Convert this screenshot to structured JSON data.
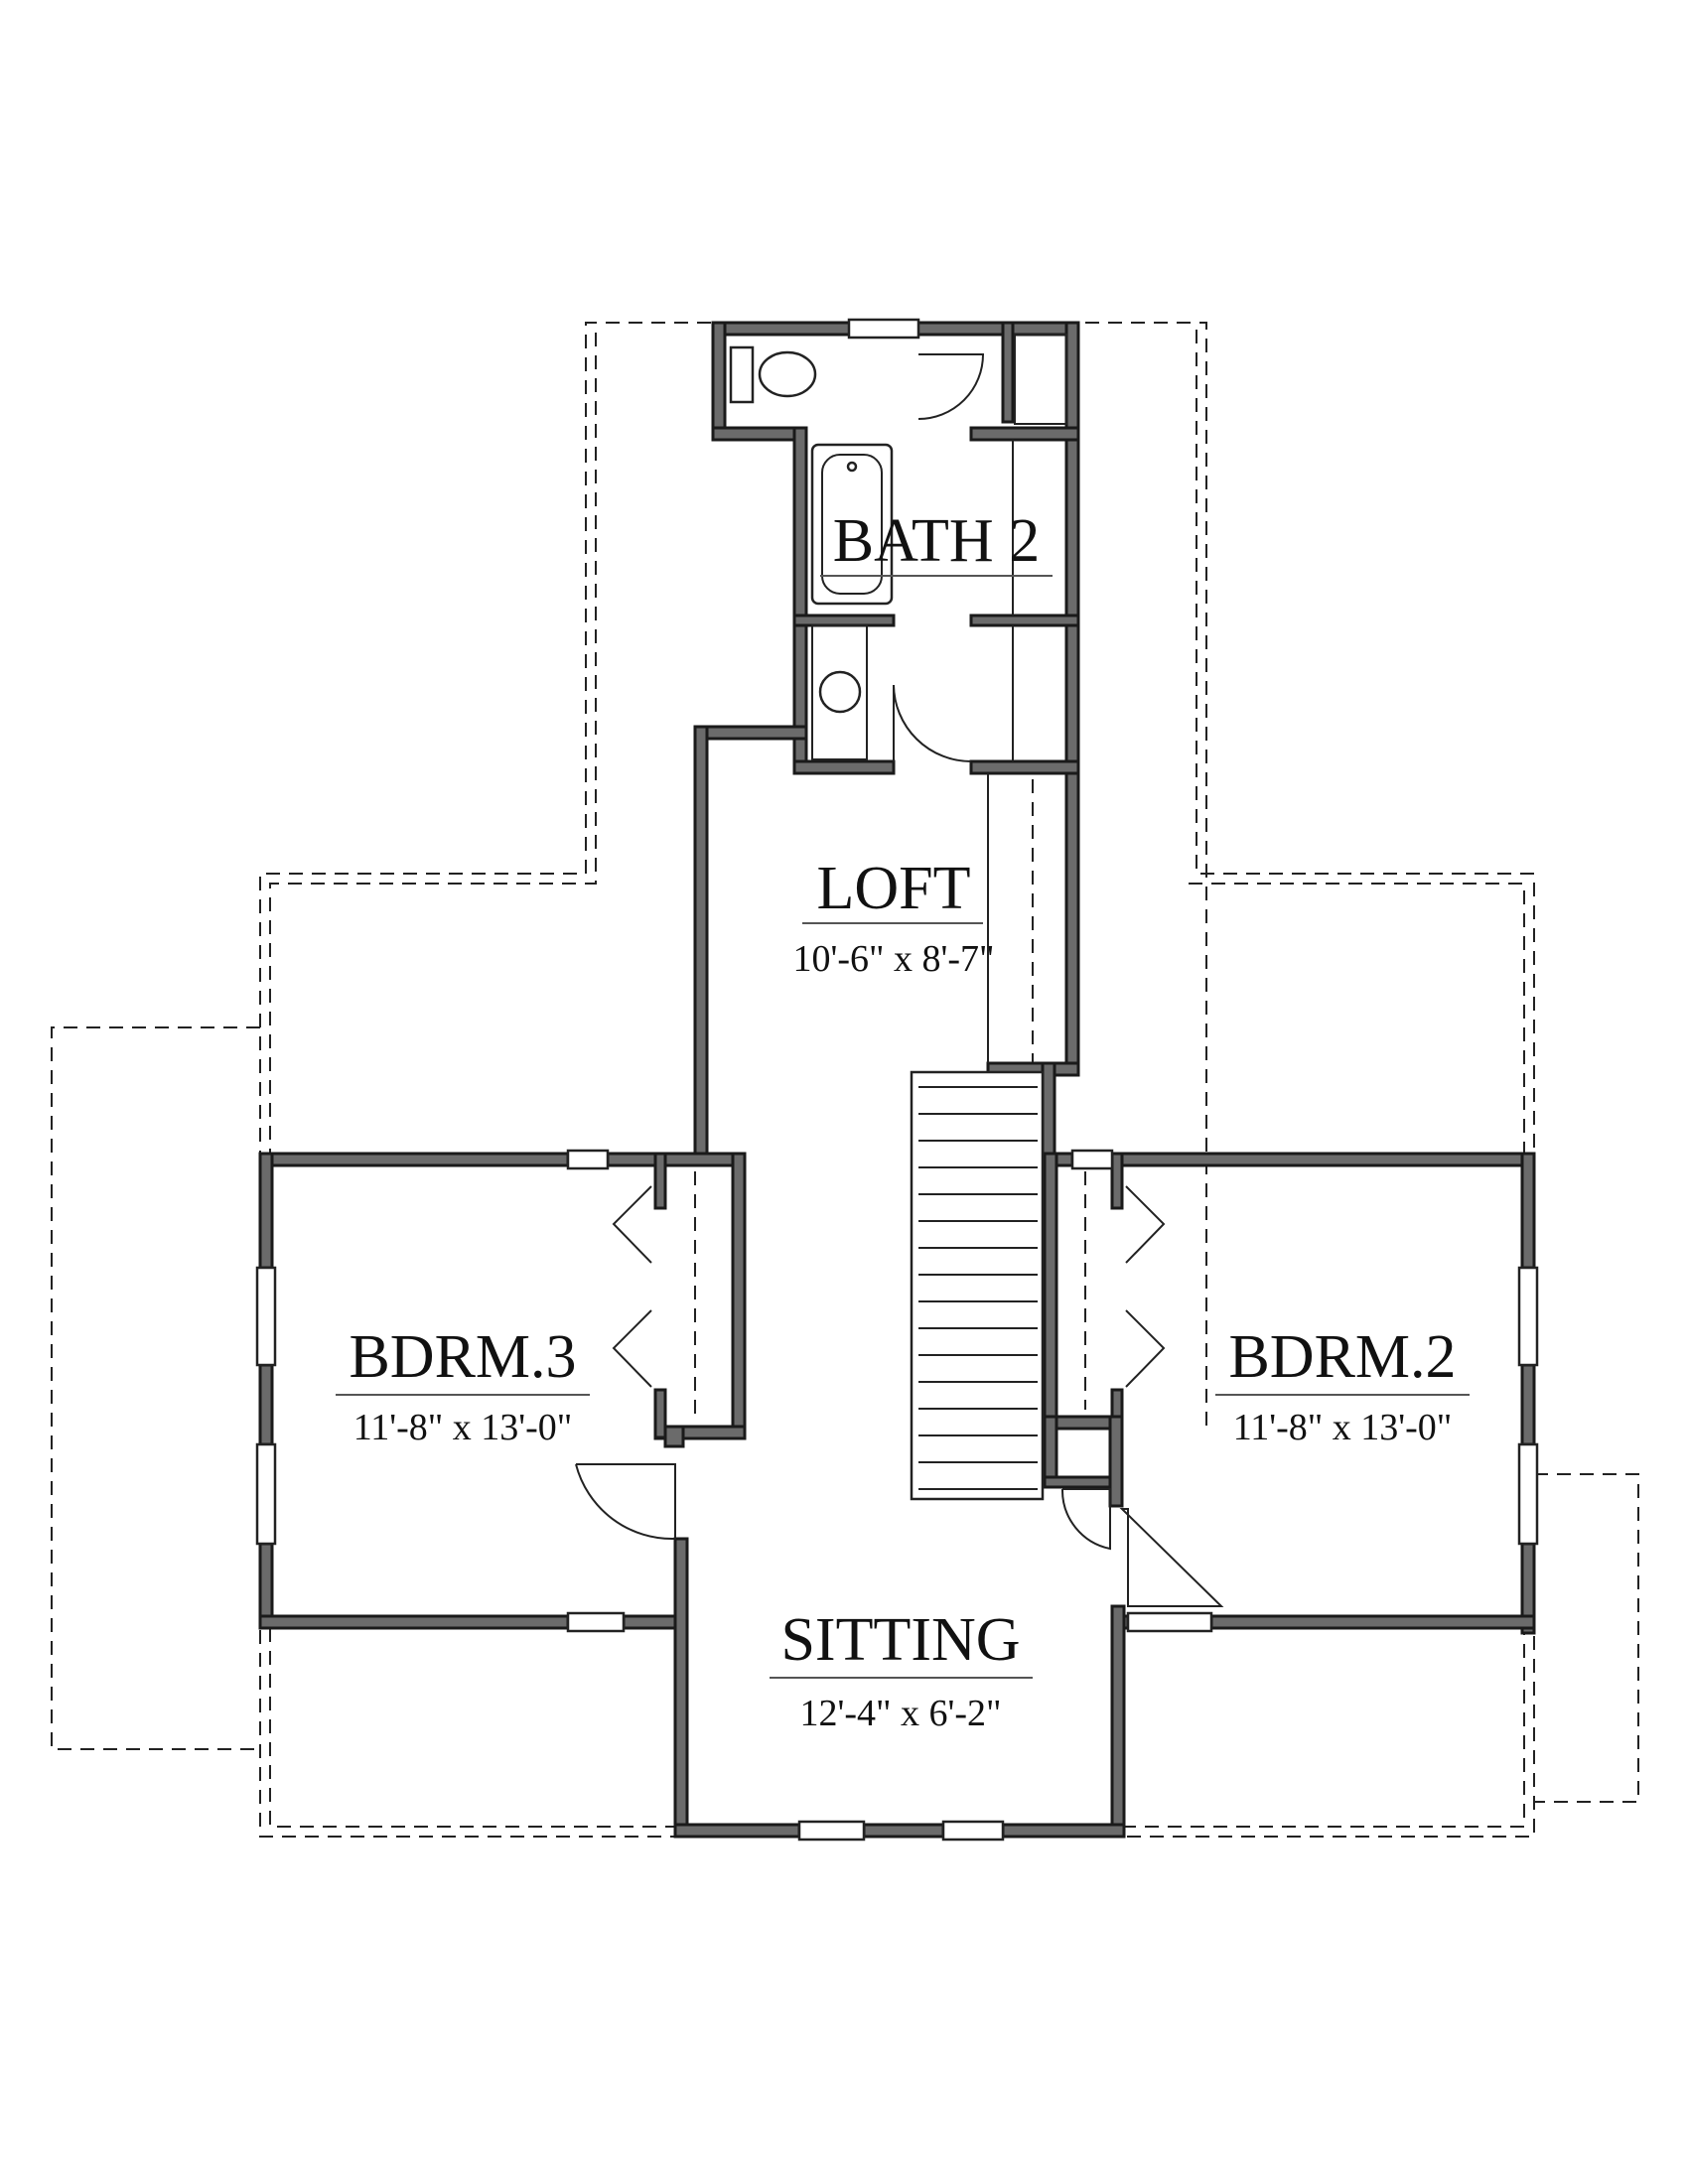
{
  "rooms": {
    "bath2": {
      "name": "BATH 2"
    },
    "loft": {
      "name": "LOFT",
      "dims": "10'-6\" x 8'-7\""
    },
    "bdrm3": {
      "name": "BDRM.3",
      "dims": "11'-8\" x 13'-0\""
    },
    "bdrm2": {
      "name": "BDRM.2",
      "dims": "11'-8\" x 13'-0\""
    },
    "sitting": {
      "name": "SITTING",
      "dims": "12'-4\" x 6'-2\""
    }
  },
  "colors": {
    "wall_fill": "#6b6b6b",
    "line": "#1a1a1a",
    "background": "#ffffff"
  }
}
